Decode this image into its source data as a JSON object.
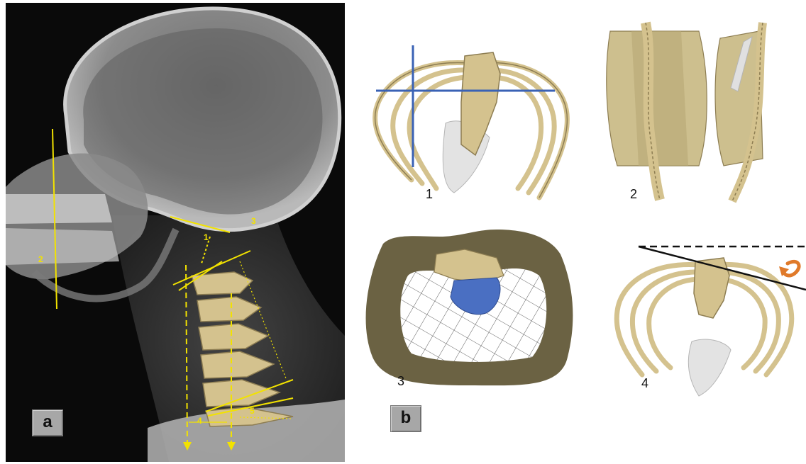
{
  "panel_a": {
    "label": "a",
    "measurement_numbers": [
      "1",
      "2",
      "3",
      "4",
      "5"
    ]
  },
  "panel_b": {
    "label": "b",
    "subfigure_numbers": [
      "1",
      "2",
      "3",
      "4"
    ]
  },
  "colors": {
    "measurement_lines": "#f2e200",
    "bone": "#d4c28e",
    "plane_lines": "#3a62b5",
    "body_contour": "#6b6243",
    "lung_region": "#4a6fc2",
    "rotation_arrow": "#e07a2a"
  }
}
